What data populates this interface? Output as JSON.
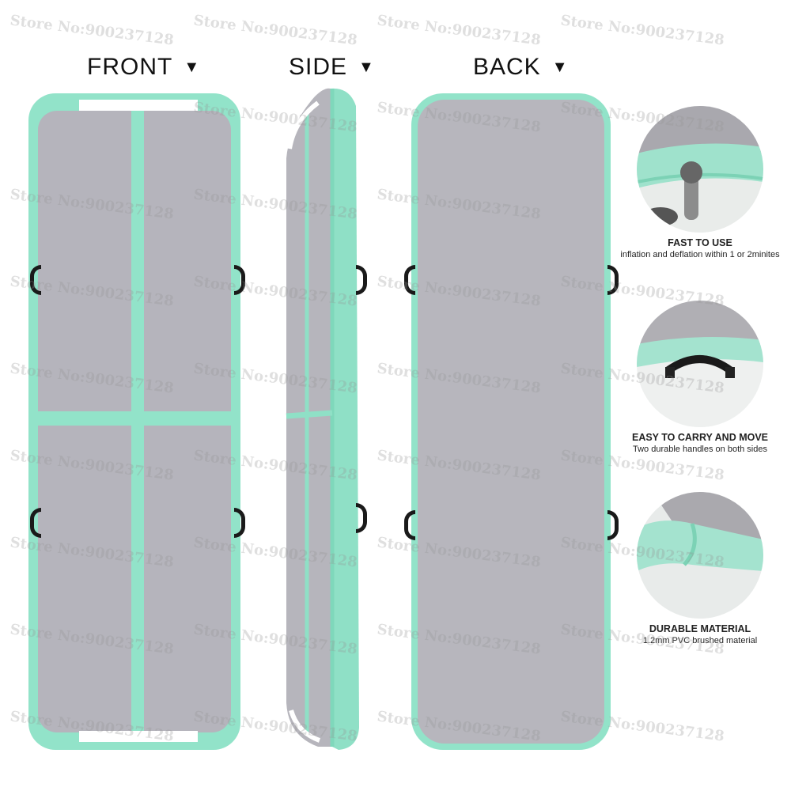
{
  "views": {
    "front": {
      "label": "FRONT",
      "arrow": "▼"
    },
    "side": {
      "label": "SIDE",
      "arrow": "▼"
    },
    "back": {
      "label": "BACK",
      "arrow": "▼"
    }
  },
  "features": [
    {
      "title": "FAST TO USE",
      "description": "inflation and deflation within 1 or 2minites",
      "icon": "valve-icon"
    },
    {
      "title": "EASY TO CARRY AND MOVE",
      "description": "Two durable handles on both sides",
      "icon": "handle-icon"
    },
    {
      "title": "DURABLE MATERIAL",
      "description": "1.2mm PVC brushed material",
      "icon": "material-icon"
    }
  ],
  "watermark": "Store No:900237128",
  "colors": {
    "mint": "#92e3c9",
    "mint_dark": "#6fcfb0",
    "gray_panel": "#b5b4bc",
    "handle": "#1a1a1a"
  }
}
